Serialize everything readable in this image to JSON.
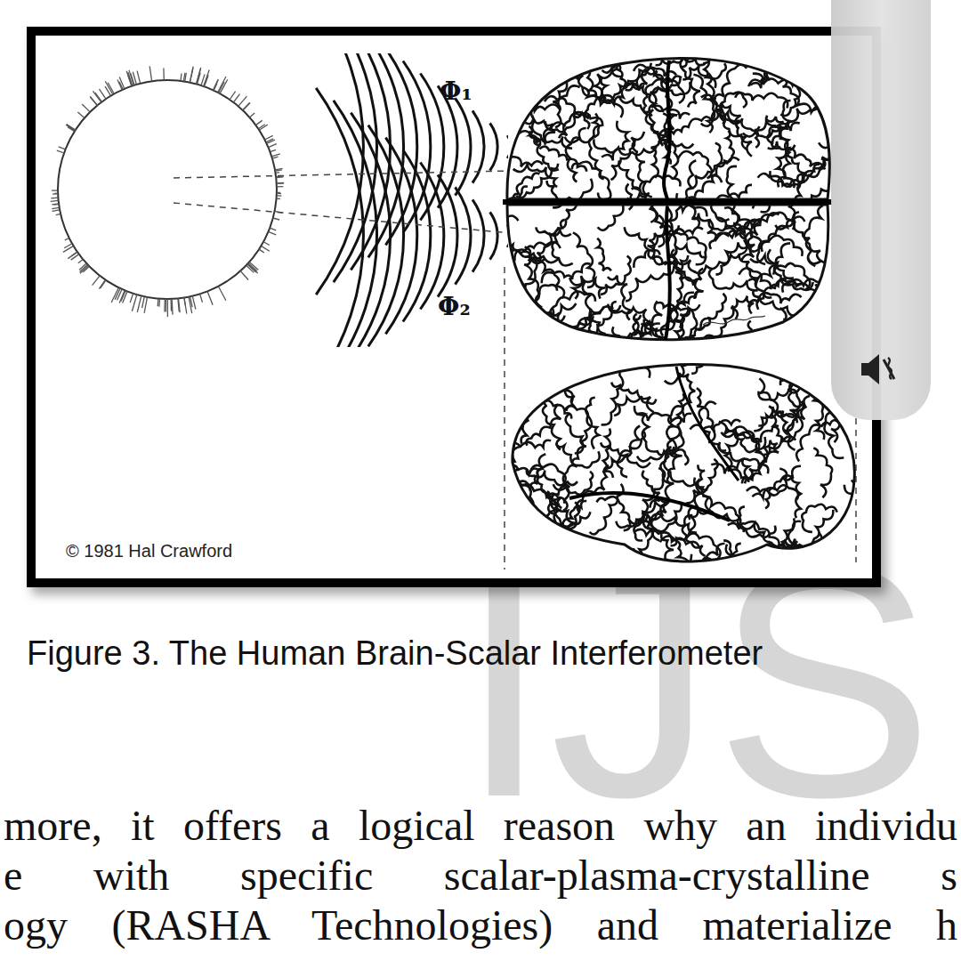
{
  "diagram": {
    "caption": "Figure 3. The Human Brain-Scalar Interferometer",
    "labels": [
      "Φ₁",
      "Φ₂",
      "© 1981 Hal Crawford",
      "more, it offers a logical reason why an individu",
      "e with specific scalar-plasma-crystalline s",
      "ogy (RASHA Technologies) and materialize h",
      "IJS"
    ]
  }
}
